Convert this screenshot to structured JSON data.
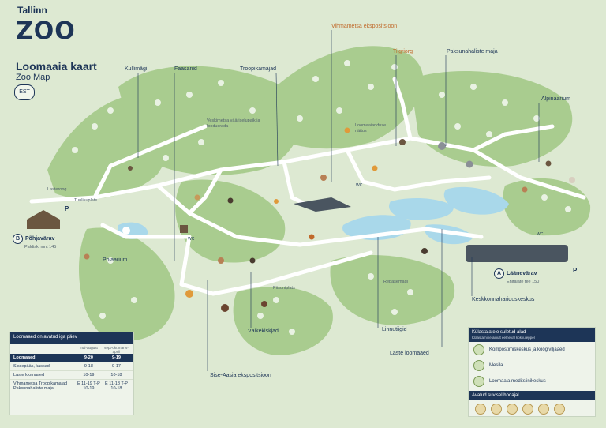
{
  "logo": {
    "small": "Tallinn",
    "big": "ZOO"
  },
  "title": {
    "main": "Loomaaia kaart",
    "sub": "Zoo Map",
    "lang": "EST"
  },
  "labels": {
    "kullimagi": "Kullimägi",
    "faasanid": "Faasanid",
    "troopikamajad": "Troopikamajad",
    "vihmametsa": "Vihmametsa ekspositsioon",
    "tiigriorg": "Tiigriorg",
    "paksunahaliste": "Paksunahaliste maja",
    "alpinaarium": "Alpinaarium",
    "veskimetsa": "Veskimetsa vääriselupaik ja loodusrada",
    "loomaaianduse": "Loomaaianduse näitus",
    "lasterong": "Lasterong",
    "tuulikuplats": "Tuulikuplats",
    "polaarium": "Polaarium",
    "piisoniplats": "Piisoniplats",
    "rebasemagi": "Rebasemägi",
    "linnutiigid": "Linnutiigid",
    "laste_loomaaed": "Laste loomaaed",
    "valikekiskjad": "Väikekiskjad",
    "sise_aasia": "Sise-Aasia ekspositsioon",
    "keskkonnaharidus": "Keskkonnahariduskeskus"
  },
  "gates": {
    "north": {
      "letter": "B",
      "name": "Põhjavärav",
      "address": "Paldiski mnt 145"
    },
    "east": {
      "letter": "A",
      "name": "Läänevärav",
      "address": "Ehitajate tee 150"
    }
  },
  "icon_labels": {
    "wc": "WC",
    "parking": "P"
  },
  "hours": {
    "header": "Loomaaed on avatud iga päev",
    "col1": "mai-august",
    "col2": "sept-okt märts-aprill",
    "rows": [
      {
        "name": "Loomaaed",
        "a": "9-20",
        "b": "9-19",
        "hi": true
      },
      {
        "name": "Sissepääs, kassad",
        "a": "9-18",
        "b": "9-17"
      },
      {
        "name": "Laste loomaaed",
        "a": "10-19",
        "b": "10-18"
      },
      {
        "name": "Vihmametsa Troopikamajad Paksunahaliste maja",
        "a": "E 11-19 T-P 10-19",
        "b": "E 11-18 T-P 10-18"
      }
    ]
  },
  "closed": {
    "header": "Külastajatele suletud alad",
    "subheader": "Külastamine ainult eelneval kokkuleppel",
    "items": [
      "Kompostimiskeskus ja köögiviljaaed",
      "Mesila",
      "Loomaaia meditsiinikeskus"
    ],
    "summer_header": "Avatud suvisel hooajal"
  },
  "colors": {
    "background": "#dde9d2",
    "forest": "#a9cc8f",
    "path": "#ffffff",
    "water": "#a9d8ea",
    "navy": "#1d3557",
    "orange_label": "#c0692a"
  }
}
